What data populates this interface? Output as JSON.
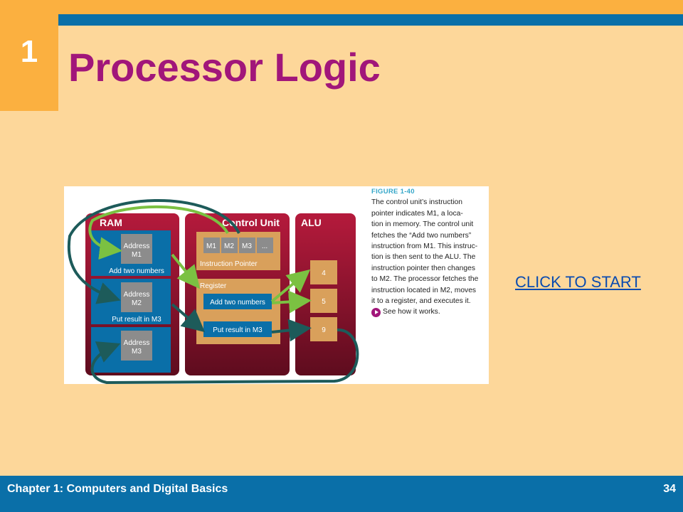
{
  "slide": {
    "chapter_number": "1",
    "title": "Processor Logic",
    "start_link": "CLICK TO START"
  },
  "figure": {
    "label": "FIGURE 1-40",
    "caption_lines": [
      "The control unit’s instruction",
      "pointer indicates M1, a loca-",
      "tion in memory. The control unit",
      "fetches the “Add two numbers”",
      "instruction from M1. This instruc-",
      "tion is then sent to the ALU. The",
      "instruction pointer then changes",
      "to M2. The processor fetches the",
      "instruction located in M2, moves",
      "it to a register, and executes it."
    ],
    "see_how": "See how it works.",
    "panels": {
      "ram": "RAM",
      "control_unit": "Control Unit",
      "alu": "ALU"
    },
    "ram_cells": [
      {
        "line1": "Address",
        "line2": "M1",
        "instruction": "Add two numbers"
      },
      {
        "line1": "Address",
        "line2": "M2",
        "instruction": "Put result in M3"
      },
      {
        "line1": "Address",
        "line2": "M3",
        "instruction": ""
      }
    ],
    "pointer_cells": [
      "M1",
      "M2",
      "M3",
      "..."
    ],
    "instruction_pointer_label": "Instruction Pointer",
    "register_label": "Register",
    "register_cells": [
      "Add two numbers",
      "Put result in M3"
    ],
    "alu_values": [
      "4",
      "5",
      "9"
    ],
    "colors": {
      "panel": "#9E1530",
      "ram_cell": "#0A6FA8",
      "address_box": "#8C8C8C",
      "cu_box": "#D9A05B",
      "green_arrow": "#7BC142",
      "teal_arrow": "#1D5B5A"
    }
  },
  "footer": {
    "chapter_title": "Chapter 1: Computers and Digital Basics",
    "page_number": "34"
  }
}
